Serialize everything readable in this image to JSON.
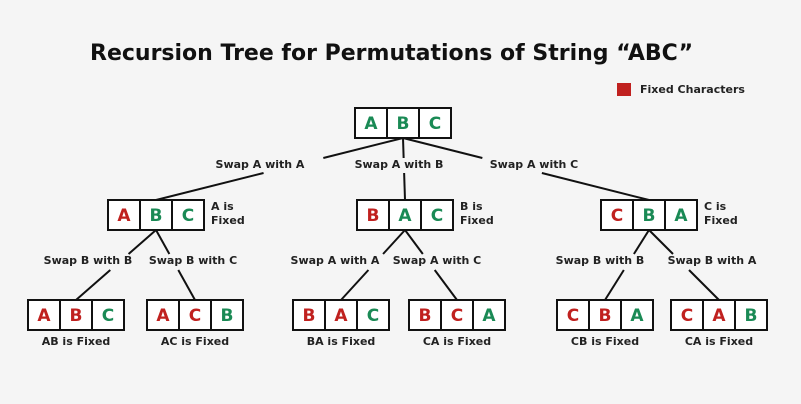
{
  "title": "Recursion Tree for Permutations of String “ABC”",
  "legend": {
    "label": "Fixed Characters",
    "color": "#c0211f"
  },
  "colors": {
    "fixed": "#c0211f",
    "free": "#1a8a55"
  },
  "nodes": [
    {
      "id": "root",
      "cells": [
        {
          "ch": "A",
          "fixed": false
        },
        {
          "ch": "B",
          "fixed": false
        },
        {
          "ch": "C",
          "fixed": false
        }
      ]
    },
    {
      "id": "l1-a",
      "cells": [
        {
          "ch": "A",
          "fixed": true
        },
        {
          "ch": "B",
          "fixed": false
        },
        {
          "ch": "C",
          "fixed": false
        }
      ],
      "note": [
        "A is",
        "Fixed"
      ]
    },
    {
      "id": "l1-b",
      "cells": [
        {
          "ch": "B",
          "fixed": true
        },
        {
          "ch": "A",
          "fixed": false
        },
        {
          "ch": "C",
          "fixed": false
        }
      ],
      "note": [
        "B is",
        "Fixed"
      ]
    },
    {
      "id": "l1-c",
      "cells": [
        {
          "ch": "C",
          "fixed": true
        },
        {
          "ch": "B",
          "fixed": false
        },
        {
          "ch": "A",
          "fixed": false
        }
      ],
      "note": [
        "C is",
        "Fixed"
      ]
    },
    {
      "id": "leaf-abc",
      "cells": [
        {
          "ch": "A",
          "fixed": true
        },
        {
          "ch": "B",
          "fixed": true
        },
        {
          "ch": "C",
          "fixed": false
        }
      ],
      "caption": "AB is Fixed"
    },
    {
      "id": "leaf-acb",
      "cells": [
        {
          "ch": "A",
          "fixed": true
        },
        {
          "ch": "C",
          "fixed": true
        },
        {
          "ch": "B",
          "fixed": false
        }
      ],
      "caption": "AC is Fixed"
    },
    {
      "id": "leaf-bac",
      "cells": [
        {
          "ch": "B",
          "fixed": true
        },
        {
          "ch": "A",
          "fixed": true
        },
        {
          "ch": "C",
          "fixed": false
        }
      ],
      "caption": "BA is Fixed"
    },
    {
      "id": "leaf-bca",
      "cells": [
        {
          "ch": "B",
          "fixed": true
        },
        {
          "ch": "C",
          "fixed": true
        },
        {
          "ch": "A",
          "fixed": false
        }
      ],
      "caption": "CA is Fixed"
    },
    {
      "id": "leaf-cba",
      "cells": [
        {
          "ch": "C",
          "fixed": true
        },
        {
          "ch": "B",
          "fixed": true
        },
        {
          "ch": "A",
          "fixed": false
        }
      ],
      "caption": "CB is Fixed"
    },
    {
      "id": "leaf-cab",
      "cells": [
        {
          "ch": "C",
          "fixed": true
        },
        {
          "ch": "A",
          "fixed": true
        },
        {
          "ch": "B",
          "fixed": false
        }
      ],
      "caption": "CA is Fixed"
    }
  ],
  "edges": [
    {
      "from": "root",
      "to": "l1-a",
      "label": "Swap A with A"
    },
    {
      "from": "root",
      "to": "l1-b",
      "label": "Swap A with B"
    },
    {
      "from": "root",
      "to": "l1-c",
      "label": "Swap A with C"
    },
    {
      "from": "l1-a",
      "to": "leaf-abc",
      "label": "Swap B with B"
    },
    {
      "from": "l1-a",
      "to": "leaf-acb",
      "label": "Swap B with C"
    },
    {
      "from": "l1-b",
      "to": "leaf-bac",
      "label": "Swap A with A"
    },
    {
      "from": "l1-b",
      "to": "leaf-bca",
      "label": "Swap A with C"
    },
    {
      "from": "l1-c",
      "to": "leaf-cba",
      "label": "Swap B with B"
    },
    {
      "from": "l1-c",
      "to": "leaf-cab",
      "label": "Swap B with A"
    }
  ]
}
